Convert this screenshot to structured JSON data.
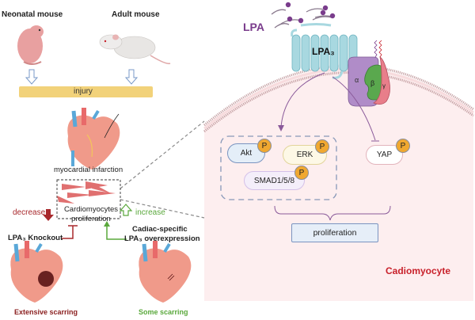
{
  "left_panel": {
    "neonatal_label": "Neonatal mouse",
    "adult_label": "Adult mouse",
    "injury_label": "injury",
    "mi_label": "myocardial infarction",
    "cm_prolif_line1": "Cardiomyocytes",
    "cm_prolif_line2": "proliferation",
    "decrease_label": "decrease",
    "increase_label": "increase",
    "knockout_label": "LPA₃ Knockout",
    "overexp_line1": "Cadiac-specific",
    "overexp_line2": "LPA₃ overexpression",
    "extensive_label": "Extensive scarring",
    "some_label": "Some scarring"
  },
  "right_panel": {
    "lpa_label": "LPA",
    "receptor_label": "LPA₃",
    "g_alpha": "α",
    "g_beta": "β",
    "g_gamma": "γ",
    "akt": "Akt",
    "erk": "ERK",
    "smad": "SMAD1/5/8",
    "yap": "YAP",
    "phospho": "P",
    "proliferation": "proliferation",
    "cell_label": "Cadiomyocyte"
  },
  "colors": {
    "decrease": "#a8282c",
    "increase": "#5aa83c",
    "lpa": "#7a3c8c",
    "cell_fill": "#fdeeef",
    "membrane": "#b88a8e",
    "receptor": "#a8d8e0",
    "phospho": "#f0a830",
    "cell_label": "#c8202a",
    "injury_bar": "#f2d27a"
  }
}
